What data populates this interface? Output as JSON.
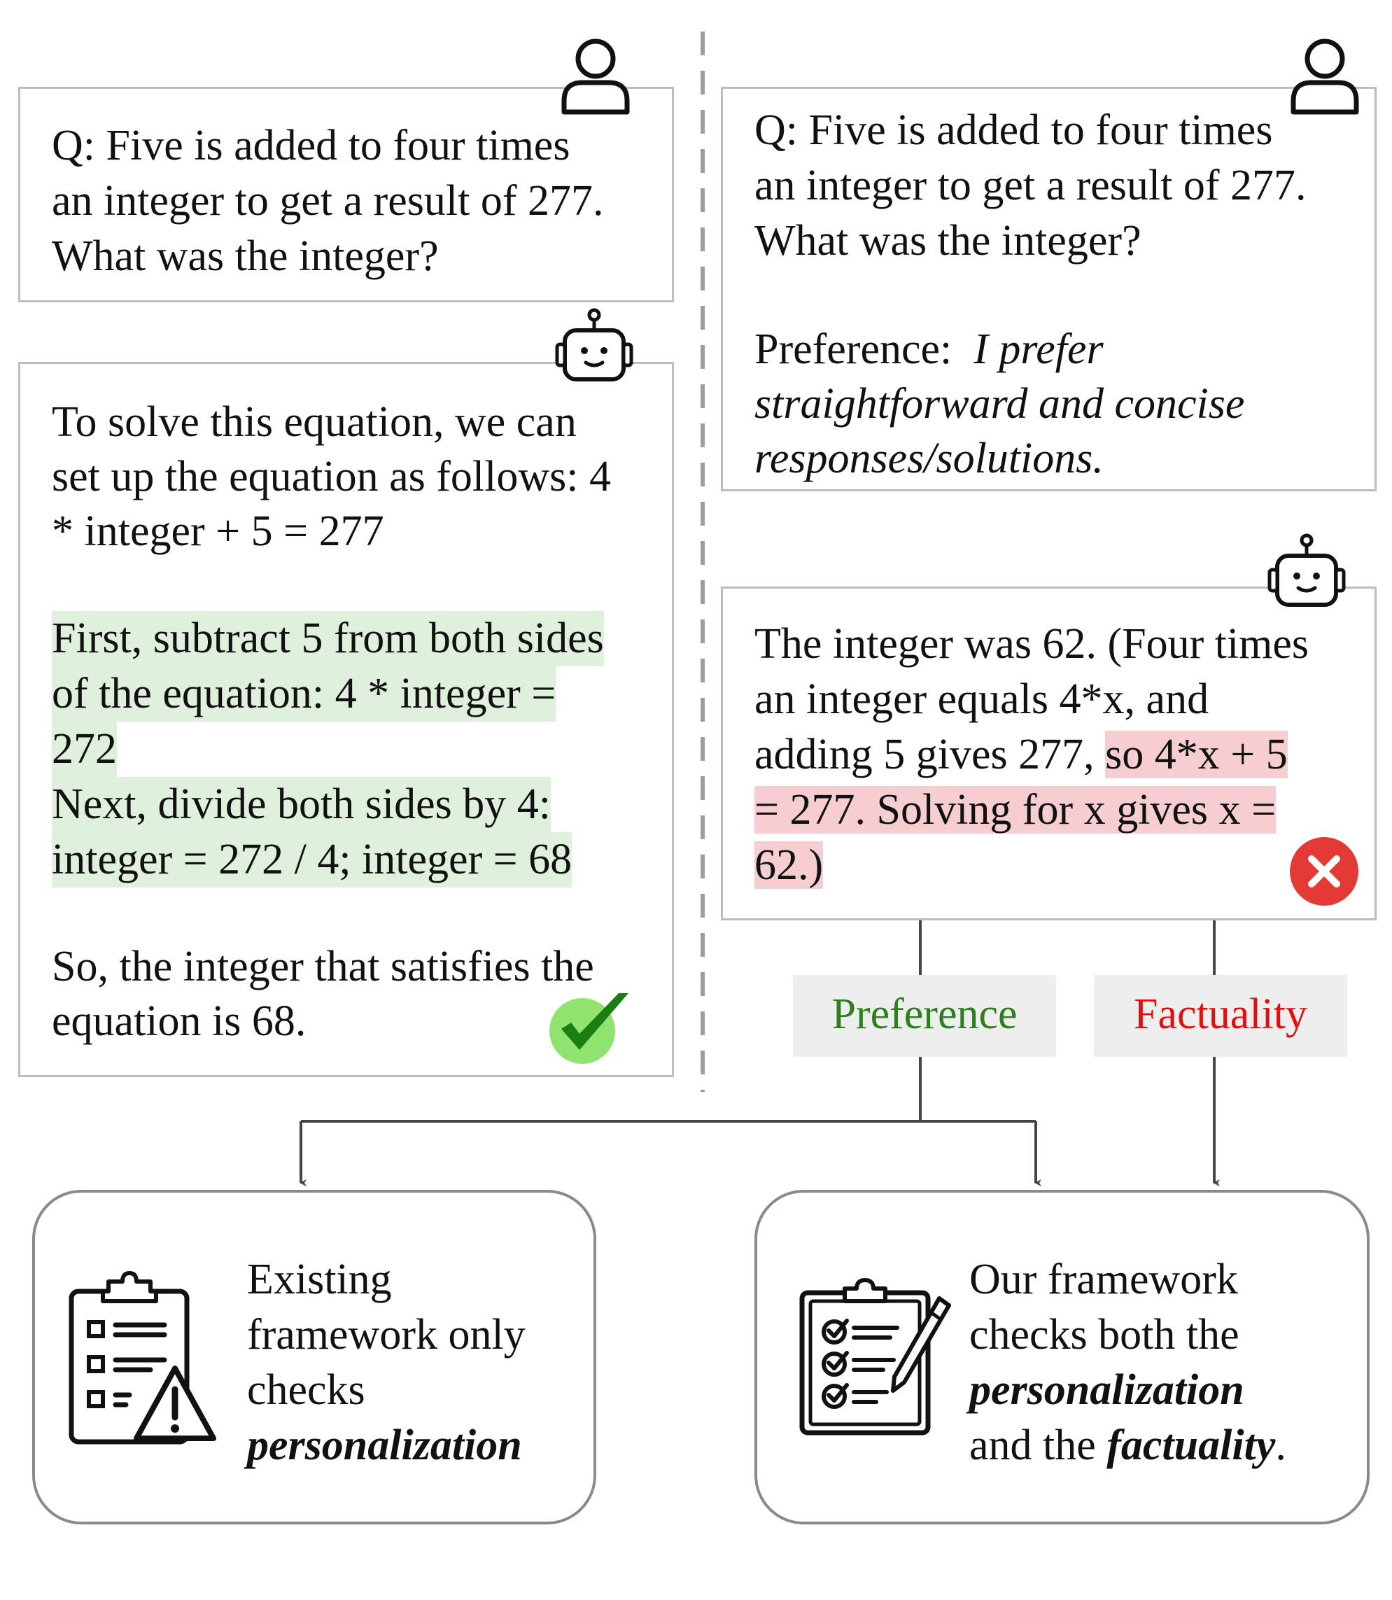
{
  "left": {
    "question": [
      "Q: Five is added to four times",
      "an integer to get a result of 277.",
      "What was the integer?"
    ],
    "answer_intro": [
      "To solve this equation, we can",
      "set up the equation as follows: 4",
      "* integer + 5 = 277"
    ],
    "answer_steps": [
      "First, subtract 5 from both sides",
      "of the equation: 4 * integer =",
      "272",
      "Next, divide both sides by 4:",
      "integer = 272 / 4; integer = 68"
    ],
    "answer_conclusion": [
      "So, the integer that satisfies the",
      "equation is 68."
    ]
  },
  "right": {
    "question": [
      "Q: Five is added to four times",
      "an integer to get a result of 277.",
      "What was the integer?"
    ],
    "preference_label": "Preference:",
    "preference_text": [
      "I prefer",
      "straightforward and concise",
      "responses/solutions."
    ],
    "answer_lines": [
      {
        "plain": "The integer was 62. (Four times",
        "hl": ""
      },
      {
        "plain": "an integer equals 4*x, and",
        "hl": ""
      },
      {
        "plain": "adding 5 gives 277, ",
        "hl": "so 4*x + 5"
      },
      {
        "plain": "",
        "hl": "= 277. Solving for x gives x ="
      },
      {
        "plain": "",
        "hl": "62.)"
      }
    ]
  },
  "labels": {
    "preference": "Preference",
    "factuality": "Factuality"
  },
  "bottom_left": {
    "lines": [
      "Existing",
      "framework only",
      "checks"
    ],
    "emph": "personalization"
  },
  "bottom_right": {
    "line1": "Our framework",
    "line2": "checks both the",
    "emph1": "personalization",
    "line4_pre": "and the ",
    "emph2": "factuality",
    "line4_post": "."
  },
  "colors": {
    "green_highlight": "#dff0dc",
    "red_highlight": "#f6cdd0",
    "preference_text": "#2e7d1f",
    "factuality_text": "#e01010",
    "check_green": "#1b7d12",
    "cross_red": "#e53935"
  }
}
